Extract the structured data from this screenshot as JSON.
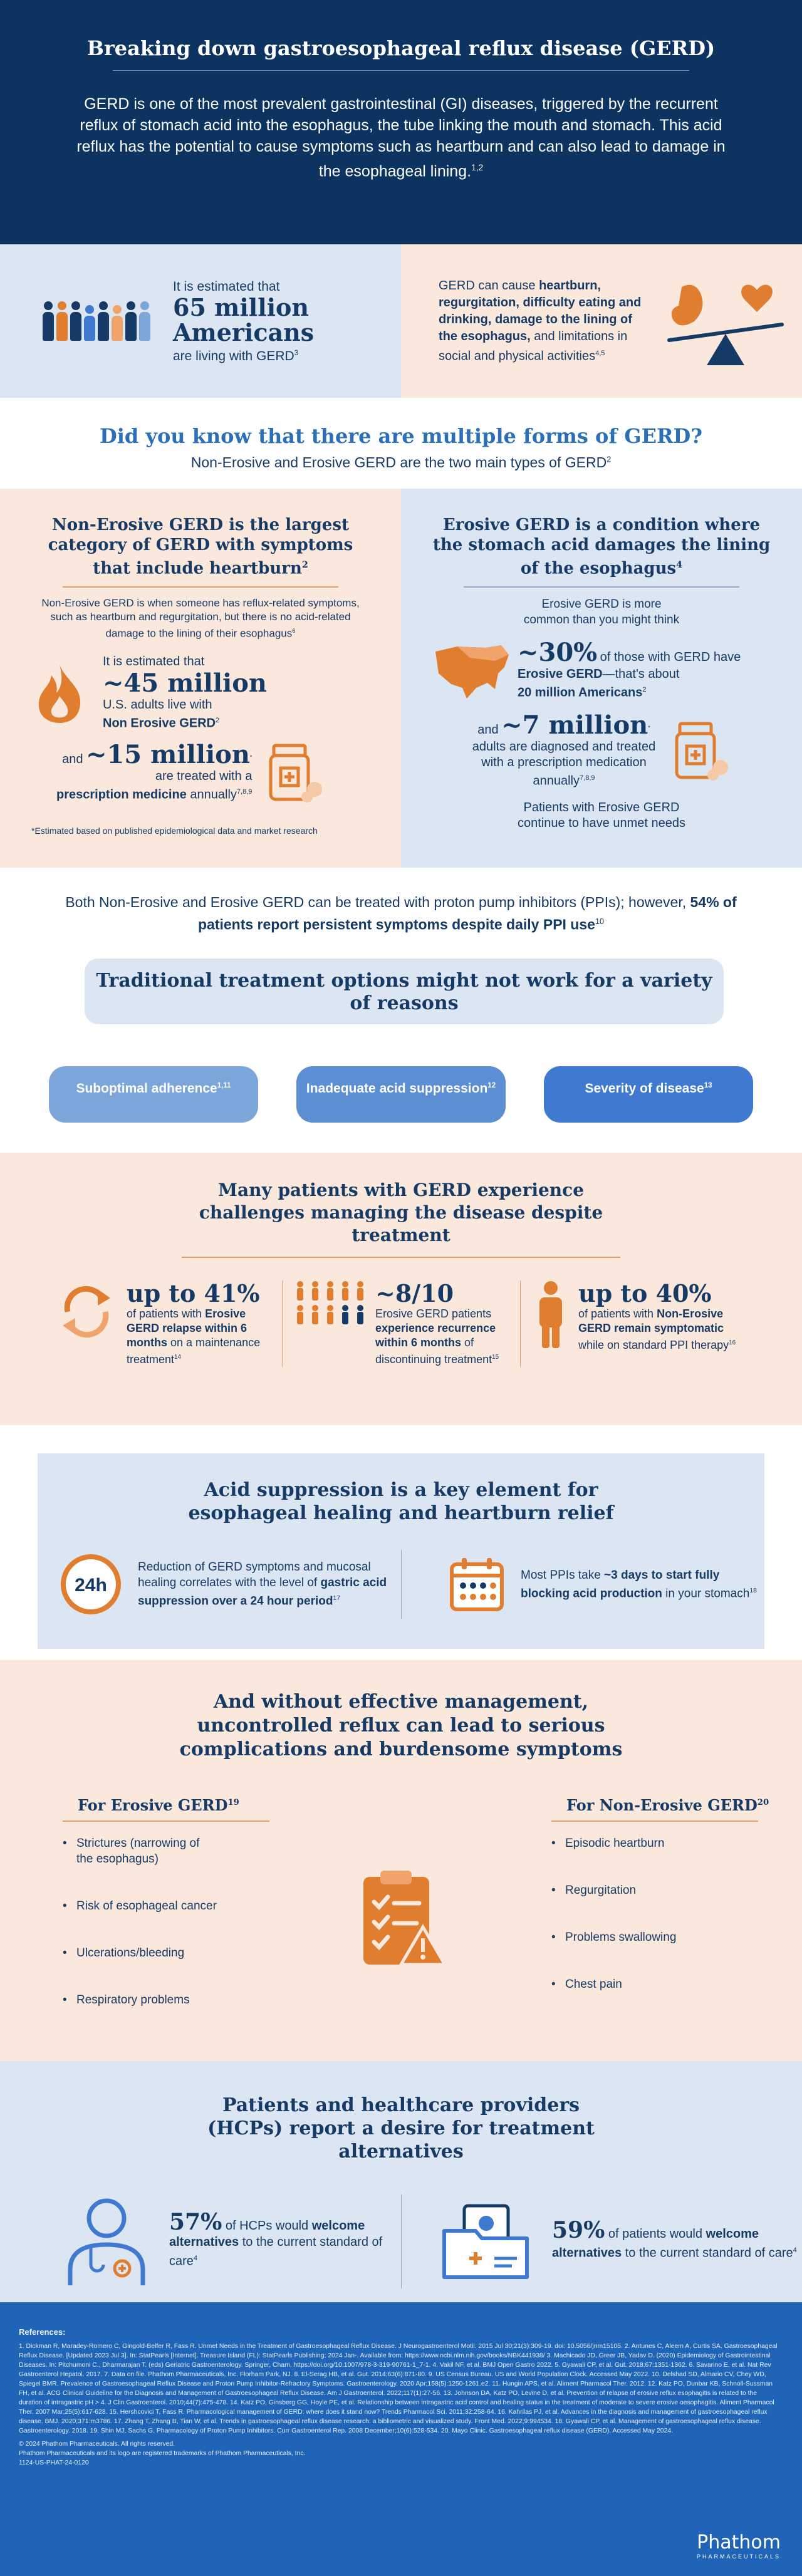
{
  "hero": {
    "title": "Breaking down gastroesophageal reflux disease (GERD)",
    "intro": "GERD is one of the most prevalent gastrointestinal (GI) diseases, triggered by the recurrent reflux of stomach acid into the esophagus, the tube linking the mouth and stomach. This acid reflux has the potential to cause symptoms such as heartburn and can also lead to damage in the esophageal lining.",
    "intro_ref": "1,2"
  },
  "stats": {
    "estimate_pre": "It is estimated that",
    "estimate_num": "65 million",
    "estimate_unit": "Americans",
    "estimate_post": "are living with GERD",
    "estimate_ref": "3",
    "cause_pre": "GERD can cause ",
    "cause_bold": "heartburn, regurgitation, difficulty eating and drinking, damage to the lining of the esophagus,",
    "cause_post": " and limitations in social and physical activities",
    "cause_ref": "4,5"
  },
  "forms_intro": {
    "title": "Did you know that there are multiple forms of GERD?",
    "subtitle": "Non-Erosive and Erosive GERD are the two main types of GERD",
    "subtitle_ref": "2"
  },
  "non_erosive": {
    "title": "Non-Erosive GERD is the largest category of GERD with symptoms that include heartburn",
    "title_ref": "2",
    "desc": "Non-Erosive GERD is when someone has reflux-related symptoms, such as heartburn and regurgitation, but there is no acid-related damage to the lining of their esophagus",
    "desc_ref": "6",
    "stat1_pre": "It is estimated that",
    "stat1_num": "~45 million",
    "stat1_post": "U.S. adults live with",
    "stat1_bold": "Non Erosive GERD",
    "stat1_ref": "2",
    "stat2_and": "and",
    "stat2_num": "~15 million",
    "stat2_star": "*",
    "stat2_post": "are treated with a",
    "stat2_bold": "prescription medicine",
    "stat2_tail": " annually",
    "stat2_ref": "7,8,9",
    "footnote": "*Estimated based on published epidemiological data and market research"
  },
  "erosive": {
    "title": "Erosive GERD is a condition where the stomach acid damages the lining of the esophagus",
    "title_ref": "4",
    "desc": "Erosive GERD is more common than you might think",
    "stat1_num": "~30%",
    "stat1_pre": "of those with GERD have",
    "stat1_bold": "Erosive GERD",
    "stat1_mid": "—that's about",
    "stat1_bold2": "20 million Americans",
    "stat1_ref": "2",
    "stat2_and": "and",
    "stat2_num": "~7 million",
    "stat2_star": "*",
    "stat2_post": "adults are diagnosed and treated with a prescription medication annually",
    "stat2_ref": "7,8,9",
    "unmet": "Patients with Erosive GERD continue to have unmet needs"
  },
  "ppi": {
    "text_pre": "Both Non-Erosive and Erosive GERD can be treated with proton pump inhibitors (PPIs); however, ",
    "text_bold": "54% of patients report persistent symptoms despite daily PPI use",
    "ref": "10"
  },
  "traditional": {
    "title": "Traditional treatment options might not work for a variety of reasons",
    "pills": [
      {
        "label": "Suboptimal adherence",
        "ref": "1,11",
        "color": "#7ca5d9"
      },
      {
        "label": "Inadequate acid suppression",
        "ref": "12",
        "color": "#5b8ed2"
      },
      {
        "label": "Severity of disease",
        "ref": "13",
        "color": "#3f7ad0"
      }
    ]
  },
  "challenges": {
    "title": "Many patients with GERD experience challenges managing the disease despite treatment",
    "items": [
      {
        "num": "up to 41%",
        "pre": "of patients with",
        "bold": "Erosive GERD relapse within 6 months",
        "post": "on a maintenance treatment",
        "ref": "14"
      },
      {
        "num": "~8/10",
        "pre": "Erosive GERD patients",
        "bold": "experience recurrence within 6 months",
        "post": "of discontinuing treatment",
        "ref": "15"
      },
      {
        "num": "up to 40%",
        "pre": "of patients with",
        "bold": "Non-Erosive GERD remain symptomatic",
        "post": "while on standard PPI therapy",
        "ref": "16"
      }
    ]
  },
  "acid": {
    "title": "Acid suppression is a key element for esophageal healing and heartburn relief",
    "clock_label": "24h",
    "item1_pre": "Reduction of GERD symptoms and mucosal healing correlates with the level of ",
    "item1_bold": "gastric acid suppression over a 24 hour period",
    "item1_ref": "17",
    "item2_pre": "Most PPIs take ",
    "item2_bold": "~3 days to start fully blocking acid production",
    "item2_post": " in your stomach",
    "item2_ref": "18"
  },
  "complications": {
    "title": "And without effective management, uncontrolled reflux can lead to serious complications and burdensome symptoms",
    "erosive_title": "For Erosive GERD",
    "erosive_ref": "19",
    "erosive_items": [
      "Strictures (narrowing of the esophagus)",
      "Risk of esophageal cancer",
      "Ulcerations/bleeding",
      "Respiratory problems"
    ],
    "nonerosive_title": "For Non-Erosive GERD",
    "nonerosive_ref": "20",
    "nonerosive_items": [
      "Episodic heartburn",
      "Regurgitation",
      "Problems swallowing",
      "Chest pain"
    ]
  },
  "hcp": {
    "title": "Patients and healthcare providers (HCPs) report a desire for treatment alternatives",
    "item1_num": "57%",
    "item1_pre": " of HCPs would ",
    "item1_bold": "welcome alternatives",
    "item1_post": " to the current standard of care",
    "item1_ref": "4",
    "item2_num": "59%",
    "item2_pre": " of patients would ",
    "item2_bold": "welcome alternatives",
    "item2_post": " to the current standard of care",
    "item2_ref": "4"
  },
  "references": {
    "title": "References:",
    "body": "1. Dickman R, Maradey-Romero C, Gingold-Belfer R, Fass R. Unmet Needs in the Treatment of Gastroesophageal Reflux Disease. J Neurogastroenterol Motil. 2015 Jul 30;21(3):309-19. doi: 10.5056/jnm15105. 2. Antunes C, Aleem A, Curtis SA. Gastroesophageal Reflux Disease. [Updated 2023 Jul 3]. In: StatPearls [Internet]. Treasure Island (FL): StatPearls Publishing; 2024 Jan-. Available from: https://www.ncbi.nlm.nih.gov/books/NBK441938/ 3. Machicado JD, Greer JB, Yadav D. (2020) Epidemiology of Gastrointestinal Diseases. In: Pitchumoni C., Dharmarajan T. (eds) Geriatric Gastroenterology. Springer, Cham. https://doi.org/10.1007/978-3-319-90761-1_7-1. 4. Vakil NF, et al. BMJ Open Gastro 2022. 5. Gyawali CP, et al. Gut. 2018;67:1351-1362. 6. Savarino E, et al. Nat Rev Gastroenterol Hepatol. 2017. 7. Data on file. Phathom Pharmaceuticals, Inc. Florham Park, NJ. 8. El-Serag HB, et al. Gut. 2014;63(6):871-80. 9. US Census Bureau. US and World Population Clock. Accessed May 2022. 10. Delshad SD, Almario CV, Chey WD, Spiegel BMR. Prevalence of Gastroesophageal Reflux Disease and Proton Pump Inhibitor-Refractory Symptoms. Gastroenterology. 2020 Apr;158(5):1250-1261.e2. 11. Hungin APS, et al. Aliment Pharmacol Ther. 2012. 12. Katz PO, Dunbar KB, Schnoll-Sussman FH, et al. ACG Clinical Guideline for the Diagnosis and Management of Gastroesophageal Reflux Disease. Am J Gastroenterol. 2022;117(1):27-56. 13. Johnson DA, Katz PO, Levine D, et al. Prevention of relapse of erosive reflux esophagitis is related to the duration of intragastric pH > 4. J Clin Gastroenterol. 2010;44(7):475-478. 14. Katz PO, Ginsberg GG, Hoyle PE, et al. Relationship between intragastric acid control and healing status in the treatment of moderate to severe erosive oesophagitis. Aliment Pharmacol Ther. 2007 Mar;25(5):617-628. 15. Hershcovici T, Fass R. Pharmacological management of GERD: where does it stand now? Trends Pharmacol Sci. 2011;32:258-64. 16. Kahrilas PJ, et al. Advances in the diagnosis and management of gastroesophageal reflux disease. BMJ. 2020;371:m3786. 17. Zhang T, Zhang B, Tian W, et al. Trends in gastroesophageal reflux disease research: a bibliometric and visualized study. Front Med. 2022;9:994534. 18. Gyawali CP, et al. Management of gastroesophageal reflux disease. Gastroenterology. 2018. 19. Shin MJ, Sachs G. Pharmacology of Proton Pump Inhibitors. Curr Gastroenterol Rep. 2008 December;10(6):528-534. 20. Mayo Clinic. Gastroesophageal reflux disease (GERD). Accessed May 2024.",
    "legal1": "© 2024 Phathom Pharmaceuticals. All rights reserved.",
    "legal2": "Phathom Pharmaceuticals and its logo are registered trademarks of Phathom Pharmaceuticals, Inc.",
    "legal3": "1124-US-PHAT-24-0120",
    "logo_name": "Phathom",
    "logo_sub": "PHARMACEUTICALS"
  },
  "colors": {
    "navy": "#0d3461",
    "text_navy": "#163a66",
    "orange": "#e07d2e",
    "light_blue_bg": "#dce6f3",
    "peach_bg": "#fbe8dc",
    "ref_blue": "#1f64b6"
  }
}
